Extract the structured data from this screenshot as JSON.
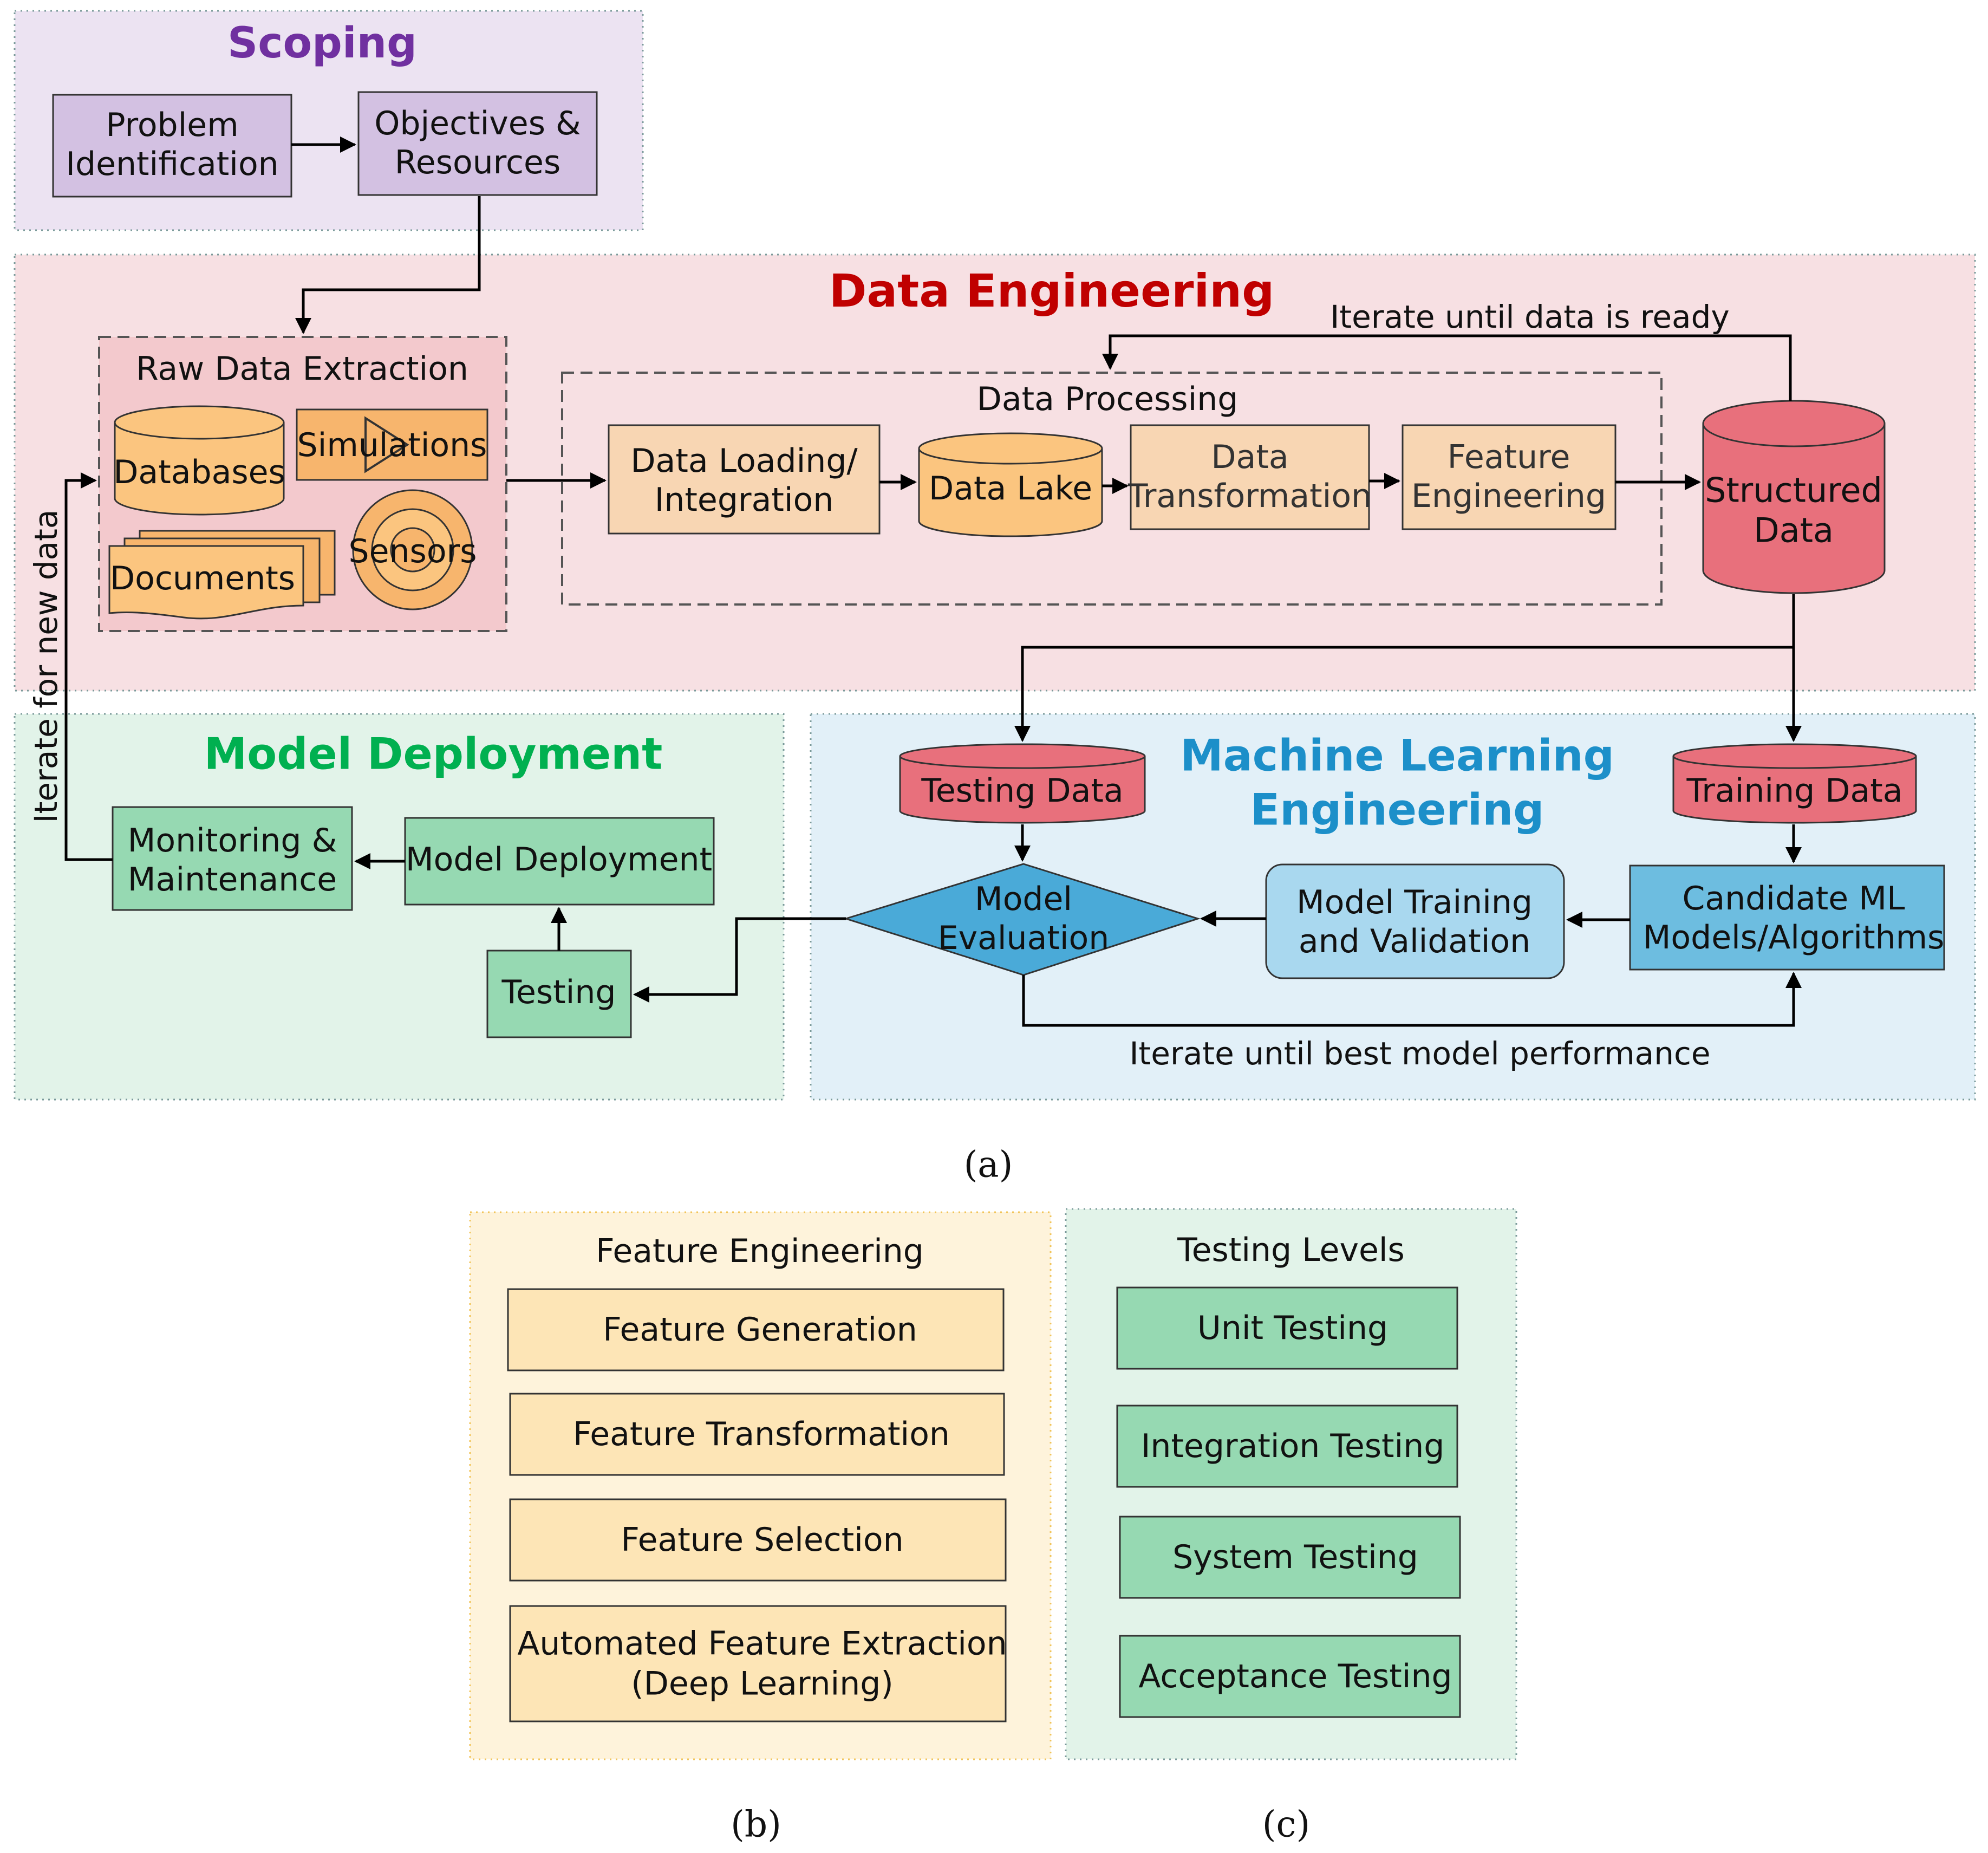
{
  "colors": {
    "scoping_bg": "#ece3f2",
    "scoping_title": "#7030a0",
    "scoping_box": "#d3c1e2",
    "de_bg": "#f7e0e3",
    "de_title": "#c00000",
    "dp_bg": "#e2f3e9",
    "dp_title": "#00b050",
    "ml_bg": "#e2f0f8",
    "ml_title": "#1c8fc9",
    "orange_box": "#f8d6b3",
    "source": "#fbc57f",
    "source_box": "#f7b56d",
    "red_db": "#e8707c",
    "green_box": "#96d9b2",
    "ml_box_light": "#a9d8ef",
    "ml_box": "#6dbde0",
    "diamond": "#4aaad8",
    "fe_panel": "#fef3db",
    "fe_box": "#fde5b6",
    "tl_panel": "#e2f3e9",
    "tl_box": "#96d9b2"
  },
  "scoping": {
    "title": "Scoping",
    "problem": [
      "Problem",
      "Identification"
    ],
    "objectives": [
      "Objectives &",
      "Resources"
    ]
  },
  "data_engineering": {
    "title": "Data Engineering",
    "raw_title": "Raw Data Extraction",
    "databases": "Databases",
    "simulations": "Simulations",
    "documents": "Documents",
    "sensors": "Sensors",
    "processing_title": "Data Processing",
    "loading": [
      "Data Loading/",
      "Integration"
    ],
    "lake": "Data Lake",
    "transformation": [
      "Data",
      "Transformation"
    ],
    "feature_eng": [
      "Feature",
      "Engineering"
    ],
    "structured": [
      "Structured",
      "Data"
    ],
    "iterate_label": "Iterate until data is ready"
  },
  "model_deployment": {
    "title": "Model Deployment",
    "monitoring": [
      "Monitoring &",
      "Maintenance"
    ],
    "deploy": "Model Deployment",
    "testing": "Testing",
    "iterate_label": "Iterate for new data"
  },
  "ml_engineering": {
    "title": [
      "Machine Learning",
      "Engineering"
    ],
    "testing_data": "Testing Data",
    "training_data": "Training Data",
    "evaluation": [
      "Model",
      "Evaluation"
    ],
    "training": [
      "Model Training",
      "and Validation"
    ],
    "candidate": [
      "Candidate ML",
      "Models/Algorithms"
    ],
    "iterate_label": "Iterate until best model performance"
  },
  "feature_engineering_panel": {
    "title": "Feature Engineering",
    "items": [
      [
        "Feature Generation"
      ],
      [
        "Feature Transformation"
      ],
      [
        "Feature Selection"
      ],
      [
        "Automated Feature Extraction",
        "(Deep Learning)"
      ]
    ]
  },
  "testing_levels_panel": {
    "title": "Testing Levels",
    "items": [
      "Unit Testing",
      "Integration Testing",
      "System Testing",
      "Acceptance Testing"
    ]
  },
  "captions": {
    "a": "(a)",
    "b": "(b)",
    "c": "(c)"
  }
}
